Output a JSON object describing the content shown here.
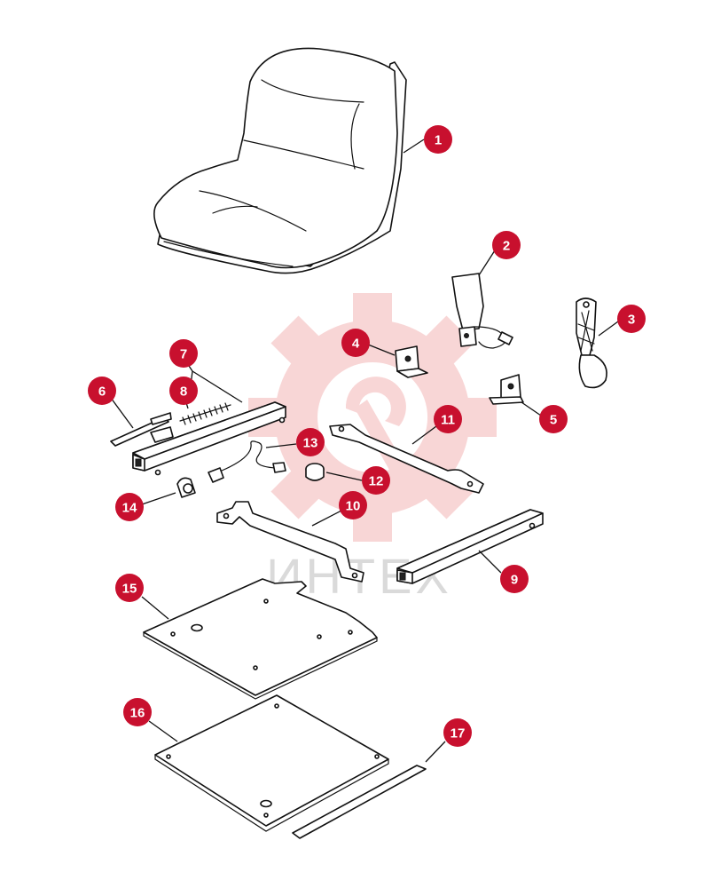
{
  "watermark": {
    "text": "ИНТЕХ",
    "color": "#f4b6b6",
    "text_color": "#dadada"
  },
  "colors": {
    "callout": "#c8102e",
    "line": "#111111"
  },
  "callouts": [
    {
      "id": "1",
      "label": "1",
      "part": "seat-cushion"
    },
    {
      "id": "2",
      "label": "2",
      "part": "seat-switch"
    },
    {
      "id": "3",
      "label": "3",
      "part": "seat-belt-retractor"
    },
    {
      "id": "4",
      "label": "4",
      "part": "bracket-left"
    },
    {
      "id": "5",
      "label": "5",
      "part": "bracket-right"
    },
    {
      "id": "6",
      "label": "6",
      "part": "adjuster-rod"
    },
    {
      "id": "7",
      "label": "7",
      "part": "slide-rail-left"
    },
    {
      "id": "8",
      "label": "8",
      "part": "spring"
    },
    {
      "id": "9",
      "label": "9",
      "part": "slide-rail-right"
    },
    {
      "id": "10",
      "label": "10",
      "part": "front-cross-bracket"
    },
    {
      "id": "11",
      "label": "11",
      "part": "rear-cross-bracket"
    },
    {
      "id": "12",
      "label": "12",
      "part": "knob"
    },
    {
      "id": "13",
      "label": "13",
      "part": "wire-harness"
    },
    {
      "id": "14",
      "label": "14",
      "part": "clamp"
    },
    {
      "id": "15",
      "label": "15",
      "part": "mounting-plate"
    },
    {
      "id": "16",
      "label": "16",
      "part": "base-plate"
    },
    {
      "id": "17",
      "label": "17",
      "part": "strip"
    }
  ]
}
